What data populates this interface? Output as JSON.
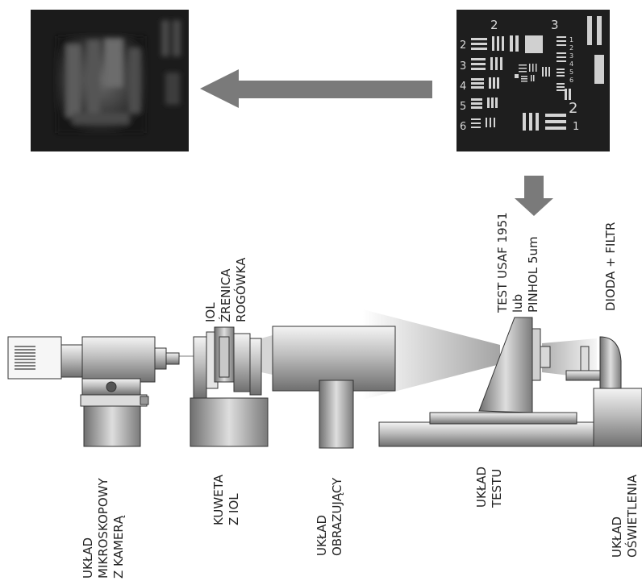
{
  "images": {
    "blurred_result": "blurred USAF target image",
    "usaf_target": {
      "group_top_left": "2",
      "group_top_right": "3",
      "element_numbers_left": [
        "2",
        "3",
        "4",
        "5",
        "6"
      ],
      "element_numbers_right": [
        "1",
        "2",
        "3",
        "4",
        "5",
        "6"
      ],
      "group_bottom_right": "2",
      "element_bottom_right": "1"
    }
  },
  "labels": {
    "iol": [
      "IOL",
      "ŹRENICA",
      "ROGÓWKA"
    ],
    "test": [
      "TEST USAF 1951",
      "lub",
      "PINHOL 5um"
    ],
    "source": [
      "DIODA + FILTR"
    ],
    "microscope": [
      "UKŁAD",
      "MIKROSKOPOWY",
      "Z KAMERĄ"
    ],
    "cuvette": [
      "KUWETA",
      "Z IOL"
    ],
    "imaging": [
      "UKŁAD",
      "OBRAZUJĄCY"
    ],
    "test_system": [
      "UKŁAD",
      "TESTU"
    ],
    "illumination": [
      "UKŁAD",
      "OŚWIETLENIA"
    ]
  },
  "colors": {
    "arrow": "#7a7a7a",
    "component_dark": "#8c8c8c",
    "component_light": "#e4e4e4",
    "outline": "#333333",
    "target_bg": "#1e1e1e"
  }
}
